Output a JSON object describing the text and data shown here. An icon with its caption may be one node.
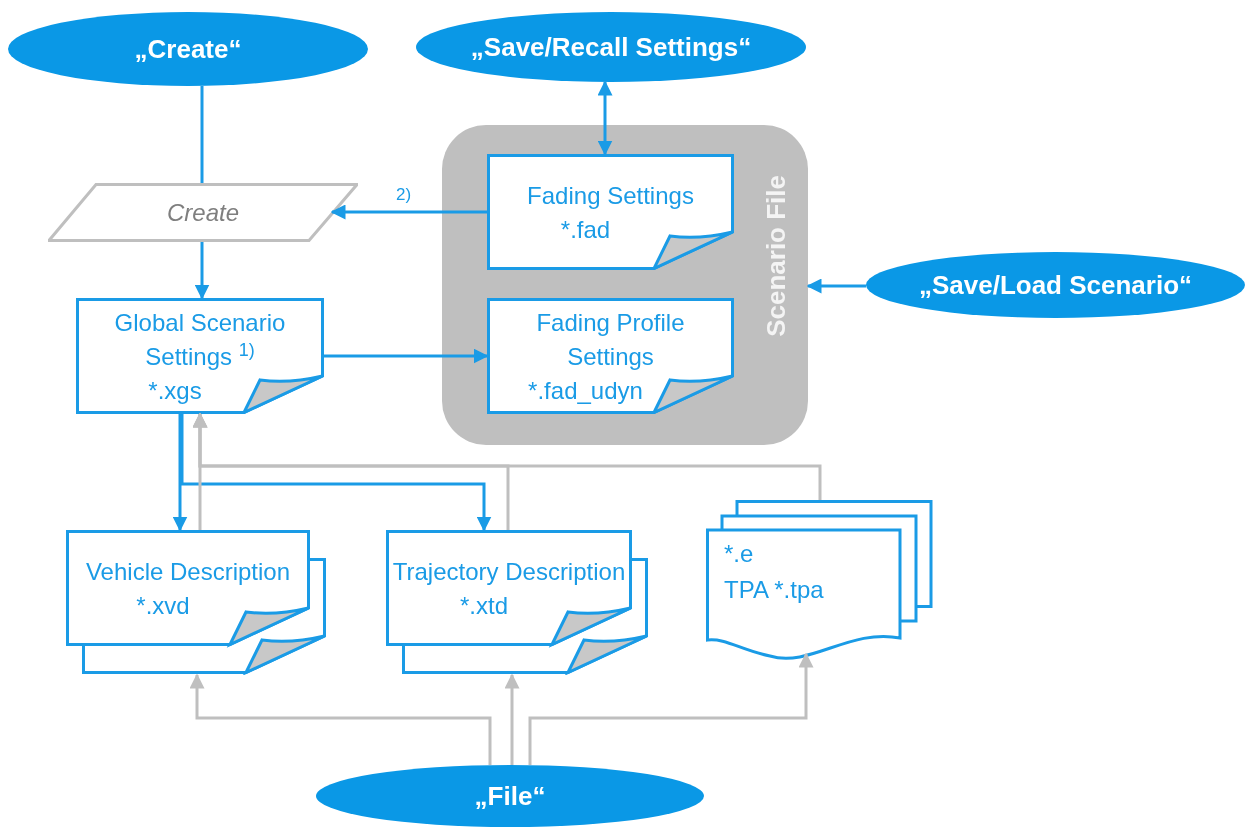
{
  "diagram": {
    "nodes": [
      {
        "text": [
          "„Create“"
        ]
      },
      {
        "text": [
          "„Save/Recall Settings“"
        ]
      },
      {
        "text": [
          "Create"
        ]
      },
      {
        "text": [
          "Scenario File"
        ]
      },
      {
        "text": [
          "Fading Settings",
          "*.fad"
        ],
        "in": 3
      },
      {
        "text": [
          "„Save/Load Scenario“"
        ]
      },
      {
        "text": [
          "Global Scenario Settings $^{1)}$",
          "*.xgs"
        ]
      },
      {
        "text": [
          "Fading Profile Settings",
          "*.fad_udyn"
        ],
        "in": 3
      },
      {
        "text": [
          "Vehicle Description",
          "*.xvd"
        ]
      },
      {
        "text": [
          "Trajectory Description",
          "*.xtd"
        ]
      },
      {
        "text": [
          "*.e",
          "TPA *.tpa"
        ]
      },
      {
        "text": [
          "„File“"
        ]
      }
    ],
    "edges": [
      {
        "from": 0,
        "to": 2,
        "arrow": "none"
      },
      {
        "from": 2,
        "to": 6,
        "arrow": "to"
      },
      {
        "from": 1,
        "to": 4,
        "arrow": "both"
      },
      {
        "from": 4,
        "to": 2,
        "arrow": "to",
        "label": "2)"
      },
      {
        "from": 5,
        "to": 3,
        "arrow": "to"
      },
      {
        "from": 6,
        "to": 7,
        "arrow": "to"
      },
      {
        "from": 6,
        "to": 8,
        "arrow": "to"
      },
      {
        "from": 6,
        "to": 9,
        "arrow": "to"
      },
      {
        "from": 8,
        "to": 6,
        "arrow": "to",
        "color": "#bfbfbf"
      },
      {
        "from": 9,
        "to": 6,
        "arrow": "to",
        "color": "#bfbfbf"
      },
      {
        "from": 10,
        "to": 6,
        "arrow": "to",
        "color": "#bfbfbf"
      },
      {
        "from": 11,
        "to": 8,
        "arrow": "to",
        "color": "#bfbfbf"
      },
      {
        "from": 11,
        "to": 9,
        "arrow": "to",
        "color": "#bfbfbf"
      },
      {
        "from": 11,
        "to": 10,
        "arrow": "to",
        "color": "#bfbfbf"
      }
    ]
  }
}
